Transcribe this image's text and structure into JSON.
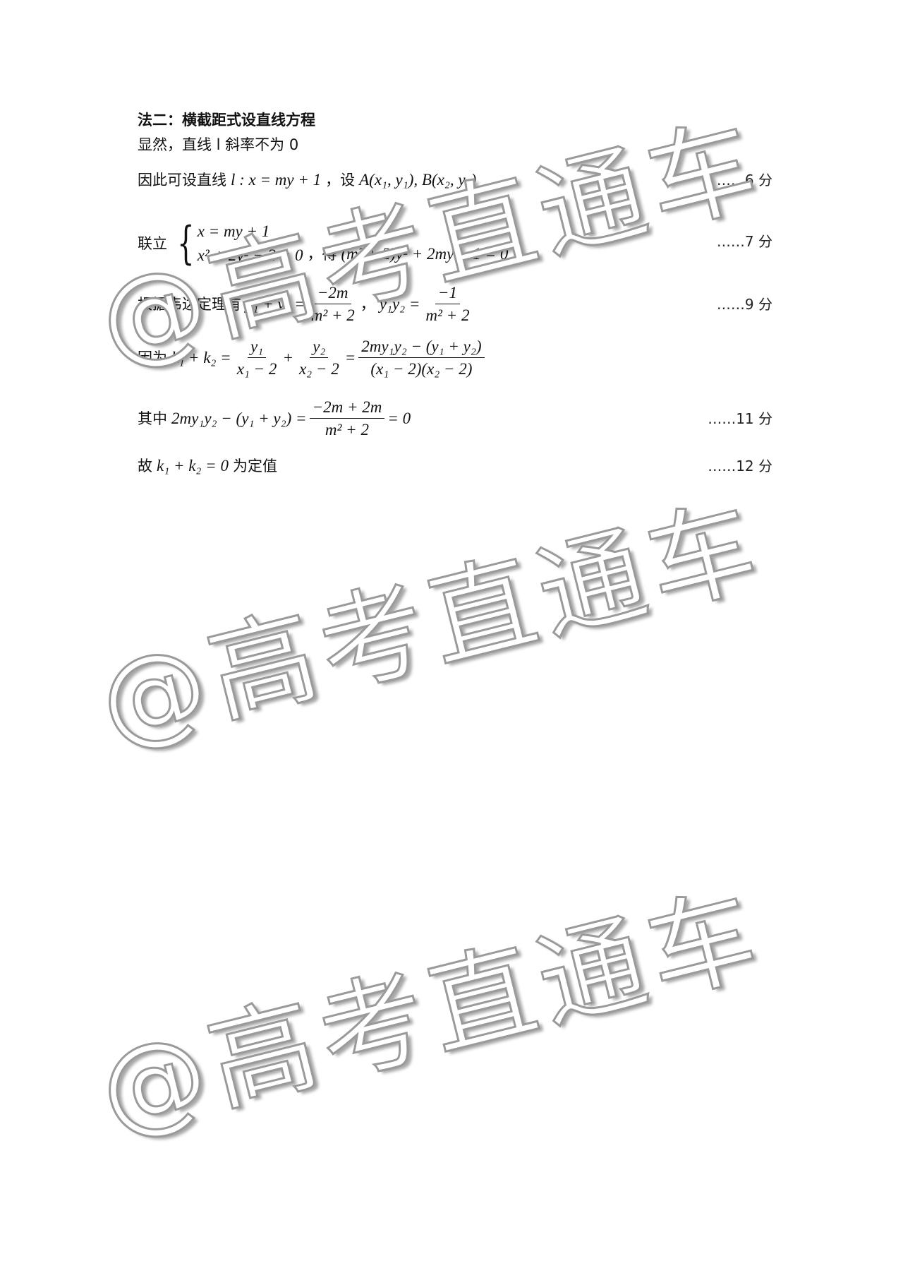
{
  "heading": "法二：横截距式设直线方程",
  "lines": {
    "l1": "显然，直线 l 斜率不为 0",
    "l2_text": "因此可设直线",
    "l2_math": "l : x = my + 1",
    "l2_text2": "，设",
    "l2_math2": "A(x₁, y₁), B(x₂, y₂)",
    "l2_score": "……6 分",
    "l3_text": "联立",
    "l3_row1": "x = my + 1",
    "l3_row2": "x² + 2y² − 2 = 0",
    "l3_text2": "，得",
    "l3_math": "(m² + 2)y² + 2my − 1 = 0",
    "l3_score": "……7 分",
    "l4_text": "根据韦达定理有",
    "l4_lhs": "y₁ + y₂ =",
    "l4_num1": "−2m",
    "l4_den1": "m² + 2",
    "l4_mid": "，",
    "l4_lhs2": "y₁y₂ =",
    "l4_num2": "−1",
    "l4_den2": "m² + 2",
    "l4_score": "……9 分",
    "l5_text": "因为",
    "l5_lhs": "k₁ + k₂ =",
    "l5_num1": "y₁",
    "l5_den1": "x₁ − 2",
    "l5_plus": "+",
    "l5_num2": "y₂",
    "l5_den2": "x₂ − 2",
    "l5_eq": "=",
    "l5_num3": "2my₁y₂ − (y₁ + y₂)",
    "l5_den3": "(x₁ − 2)(x₂ − 2)",
    "l6_text": "其中",
    "l6_lhs": "2my₁y₂ − (y₁ + y₂) =",
    "l6_num": "−2m + 2m",
    "l6_den": "m² + 2",
    "l6_rhs": "= 0",
    "l6_score": "……11 分",
    "l7_text": "故",
    "l7_math": "k₁ + k₂ = 0",
    "l7_text2": "为定值",
    "l7_score": "……12 分"
  },
  "watermark": "@高考直通车"
}
